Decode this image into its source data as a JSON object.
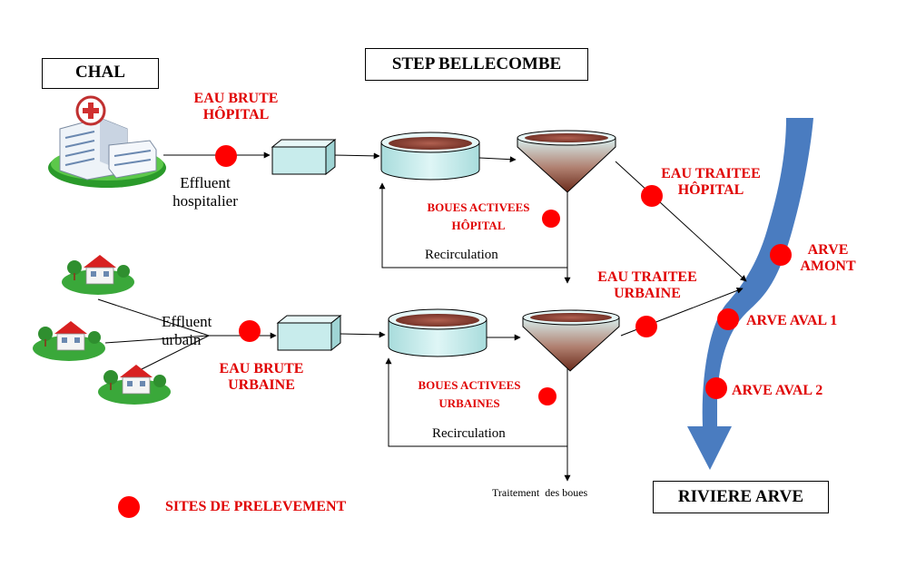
{
  "labels": {
    "chal": "CHAL",
    "step": "STEP BELLECOMBE",
    "riviere": "RIVIERE  ARVE",
    "eau_brute_hopital": [
      "EAU BRUTE",
      "HÔPITAL"
    ],
    "effluent_hospitalier": [
      "Effluent",
      "hospitalier"
    ],
    "boues_hopital": [
      "BOUES ACTIVEES",
      "HÔPITAL"
    ],
    "recirculation_top": "Recirculation",
    "eau_traitee_hopital": [
      "EAU TRAITEE",
      "HÔPITAL"
    ],
    "arve_amont": [
      "ARVE",
      "AMONT"
    ],
    "eau_traitee_urbaine": [
      "EAU TRAITEE",
      "URBAINE"
    ],
    "arve_aval_1": "ARVE AVAL 1",
    "effluent_urbain": [
      "Effluent",
      "urbain"
    ],
    "eau_brute_urbaine": [
      "EAU BRUTE",
      "URBAINE"
    ],
    "boues_urbaines": [
      "BOUES ACTIVEES",
      "URBAINES"
    ],
    "arve_aval_2": "ARVE AVAL 2",
    "recirculation_bottom": "Recirculation",
    "traitement_boues": "Traitement  des boues",
    "legend": "SITES DE PRELEVEMENT"
  },
  "colors": {
    "sampling_dot": "#ff0000",
    "label_red": "#e00000",
    "river": "#4a7cc0",
    "tank": "#c8ecec",
    "sludge": "#8b4030"
  },
  "icons": {
    "hospital": "hospital-icon",
    "house": "house-icon"
  }
}
